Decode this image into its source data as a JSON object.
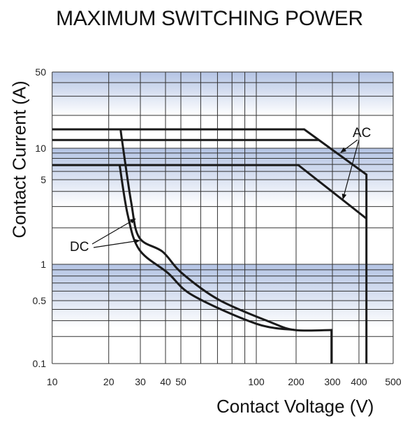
{
  "chart_data": {
    "type": "line",
    "title": "MAXIMUM SWITCHING POWER",
    "xlabel": "Contact Voltage (V)",
    "ylabel": "Contact Current (A)",
    "xscale": "log",
    "yscale": "log",
    "xlim": [
      10,
      500
    ],
    "ylim": [
      0.1,
      50
    ],
    "x_ticks": [
      10,
      20,
      30,
      40,
      50,
      100,
      200,
      300,
      400,
      500
    ],
    "x_tick_labels": [
      "10",
      "20",
      "30",
      "40",
      "50",
      "100",
      "200",
      "300",
      "400",
      "500"
    ],
    "y_ticks": [
      0.1,
      0.5,
      1,
      5,
      10,
      50
    ],
    "y_tick_labels": [
      "0.1",
      "0.5",
      "1",
      "5",
      "10",
      "50"
    ],
    "x_minor_grid": [
      60,
      70,
      80,
      90
    ],
    "y_minor_grid": [
      0.2,
      0.3,
      0.4,
      0.6,
      0.7,
      0.8,
      0.9,
      2,
      3,
      4,
      6,
      7,
      8,
      9,
      20,
      30,
      40
    ],
    "grid": true,
    "band_color": "#b4c4e4",
    "line_color": "#1a1a1a",
    "series": [
      {
        "name": "AC",
        "points": [
          [
            10,
            14.9
          ],
          [
            219,
            14.9
          ],
          [
            420,
            5.6
          ],
          [
            420,
            0.1
          ]
        ]
      },
      {
        "name": "AC",
        "points": [
          [
            10,
            11.9
          ],
          [
            258,
            11.9
          ]
        ]
      },
      {
        "name": "AC",
        "points": [
          [
            10,
            6.9
          ],
          [
            205,
            6.9
          ],
          [
            419,
            2.4
          ]
        ]
      },
      {
        "name": "DC",
        "smooth": true,
        "points": [
          [
            23.3,
            14.9
          ],
          [
            23.7,
            11.9
          ],
          [
            26.7,
            3.22
          ],
          [
            29.6,
            1.66
          ],
          [
            38.7,
            1.27
          ],
          [
            50.3,
            0.85
          ],
          [
            70.7,
            0.51
          ],
          [
            127,
            0.29
          ],
          [
            196,
            0.236
          ],
          [
            297,
            0.236
          ]
        ],
        "tail": [
          [
            297,
            0.236
          ],
          [
            297,
            0.1
          ]
        ]
      },
      {
        "name": "DC",
        "smooth": true,
        "points": [
          [
            23,
            6.9
          ],
          [
            25.5,
            2.57
          ],
          [
            29.6,
            1.32
          ],
          [
            41.3,
            0.85
          ],
          [
            56,
            0.55
          ],
          [
            100,
            0.277
          ],
          [
            196,
            0.236
          ]
        ]
      }
    ],
    "annotations": [
      "AC",
      "DC"
    ]
  }
}
